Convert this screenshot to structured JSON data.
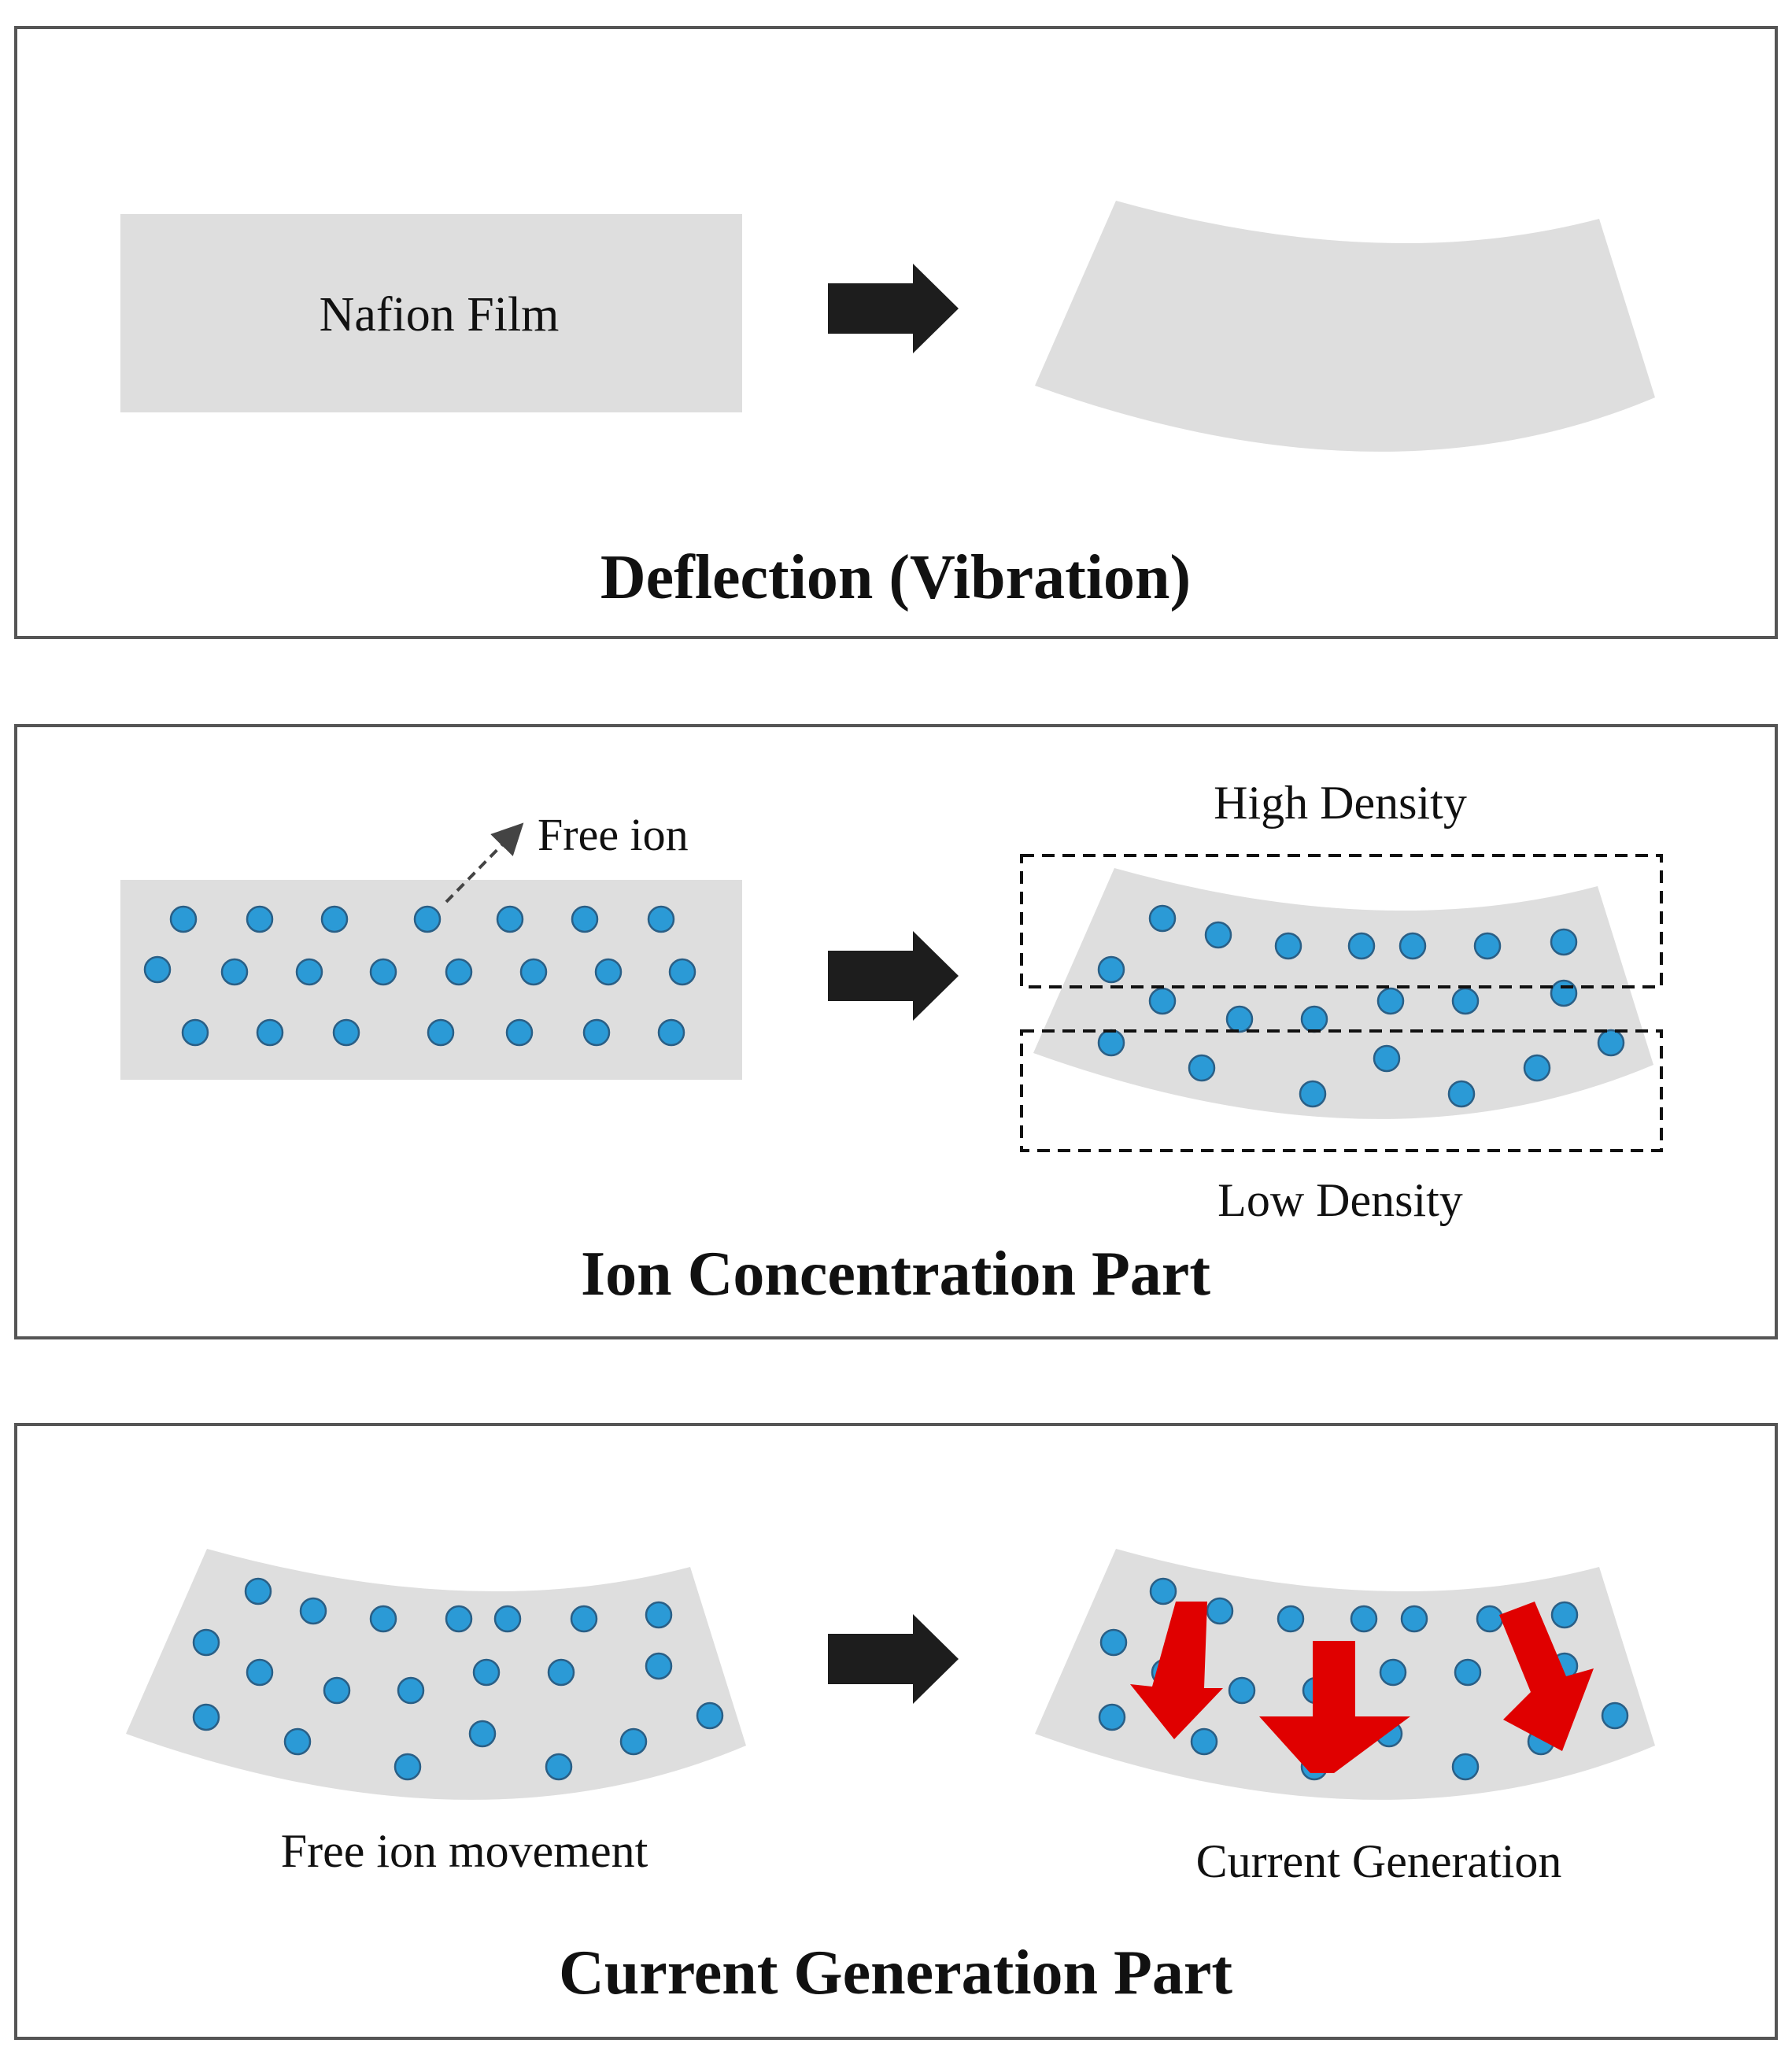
{
  "panels": [
    {
      "title": "Deflection (Vibration)",
      "film_label": "Nafion Film"
    },
    {
      "title": "Ion Concentration Part",
      "free_ion_label": "Free ion",
      "high_density_label": "High Density",
      "low_density_label": "Low Density"
    },
    {
      "title": "Current Generation Part",
      "movement_label": "Free ion movement",
      "current_label": "Current Generation"
    }
  ],
  "colors": {
    "film": "#dedede",
    "ion": "#2b9ad6",
    "ion_outline": "#2a5f86",
    "arrow": "#1d1d1d",
    "current_arrow": "#e00000",
    "frame": "#555555"
  }
}
